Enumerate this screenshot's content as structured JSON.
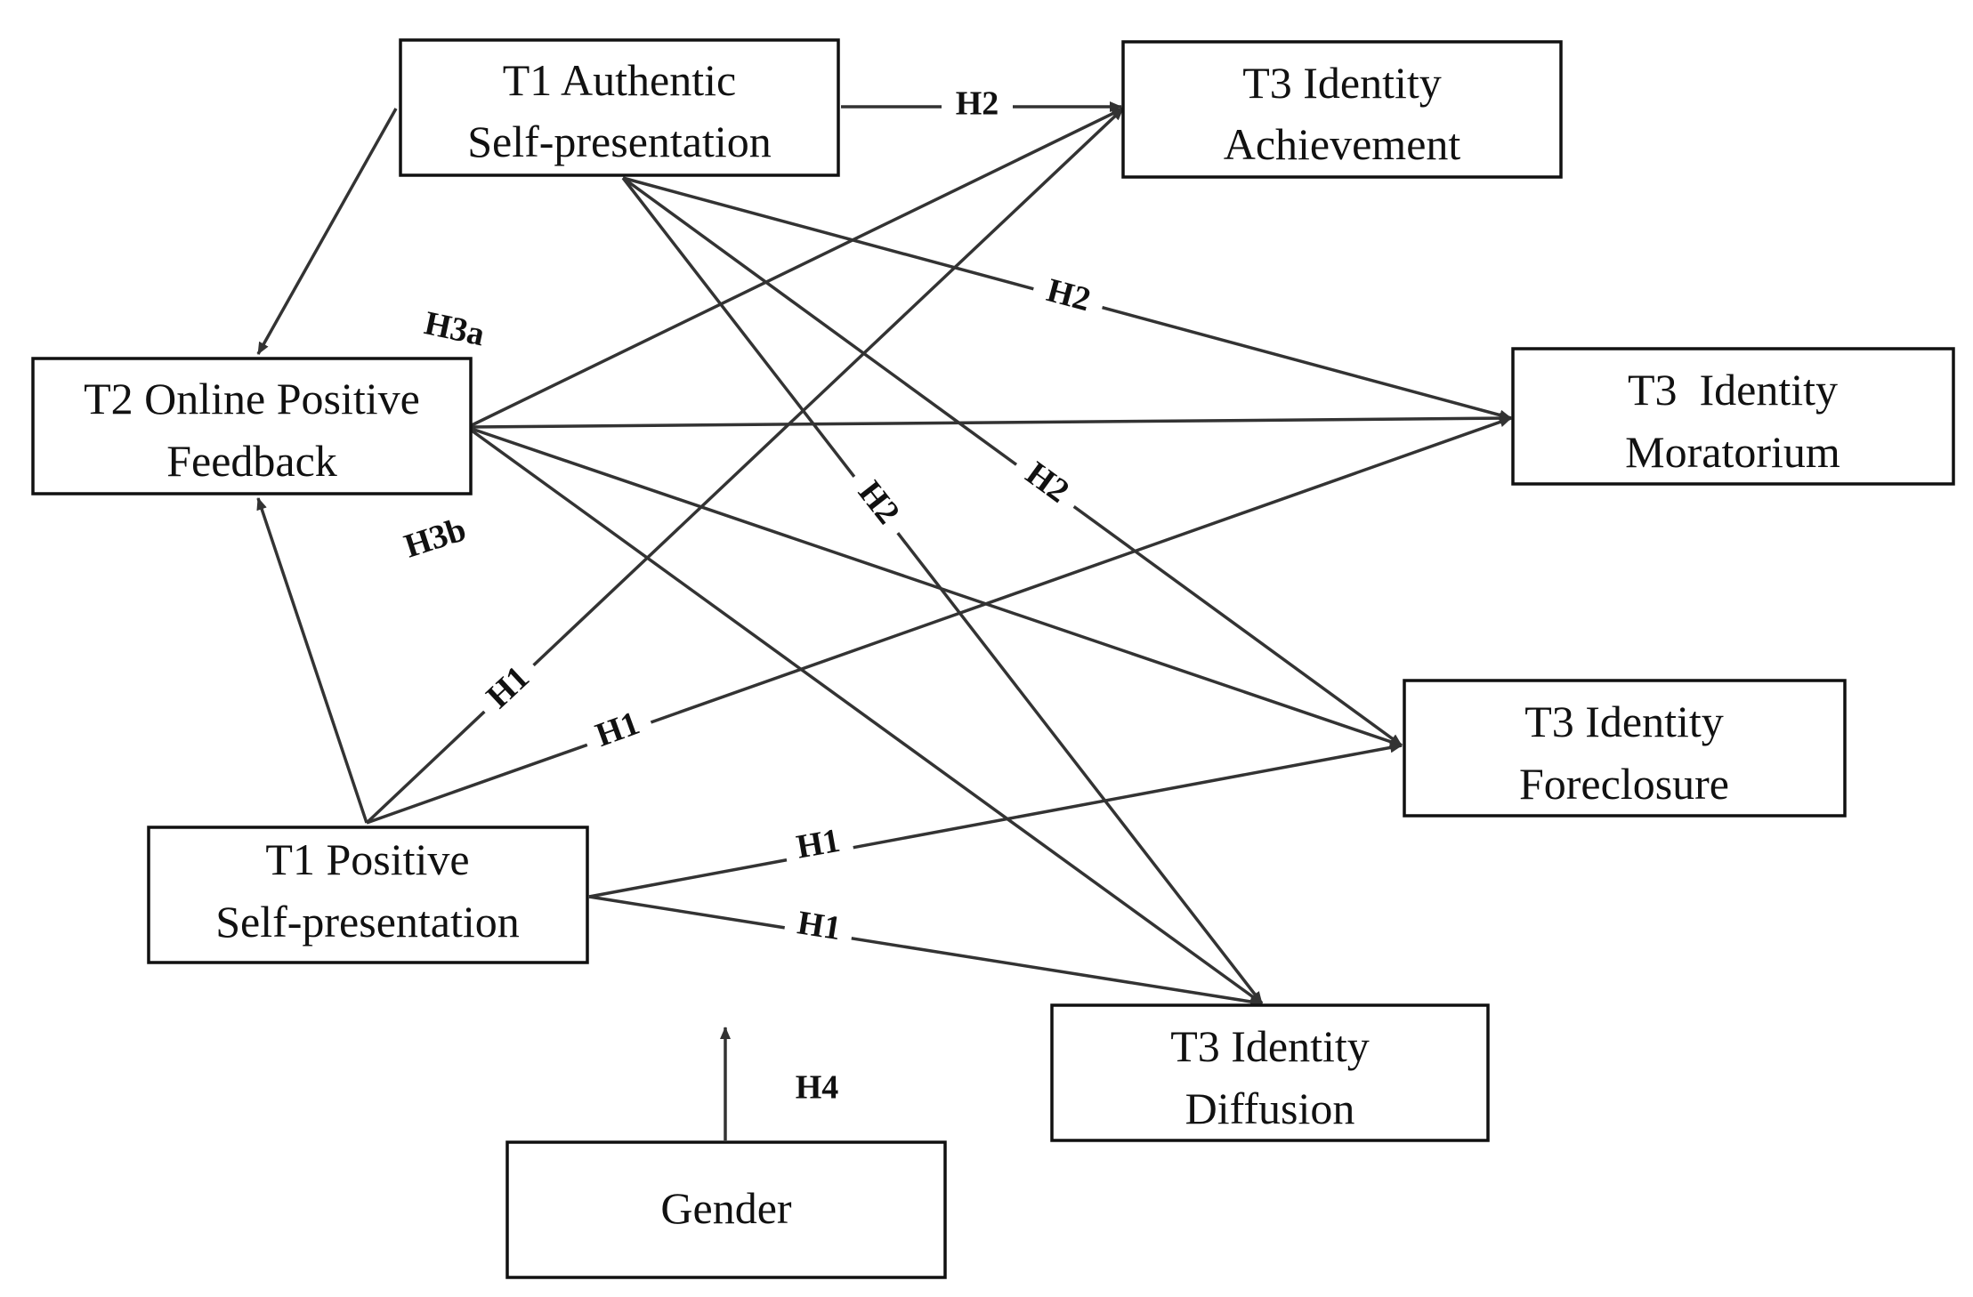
{
  "nodes": {
    "t1_authentic": {
      "line1": "T1 Authentic",
      "line2": "Self-presentation"
    },
    "t1_positive": {
      "line1": "T1 Positive",
      "line2": "Self-presentation"
    },
    "t2_feedback": {
      "line1": "T2 Online Positive",
      "line2": "Feedback"
    },
    "t3_achievement": {
      "line1": "T3 Identity",
      "line2": "Achievement"
    },
    "t3_moratorium": {
      "line1": "T3  Identity",
      "line2": "Moratorium"
    },
    "t3_foreclosure": {
      "line1": "T3 Identity",
      "line2": "Foreclosure"
    },
    "t3_diffusion": {
      "line1": "T3 Identity",
      "line2": "Diffusion"
    },
    "gender": {
      "label": "Gender"
    }
  },
  "labels": {
    "h1": "H1",
    "h2": "H2",
    "h3a": "H3a",
    "h3b": "H3b",
    "h4": "H4"
  }
}
